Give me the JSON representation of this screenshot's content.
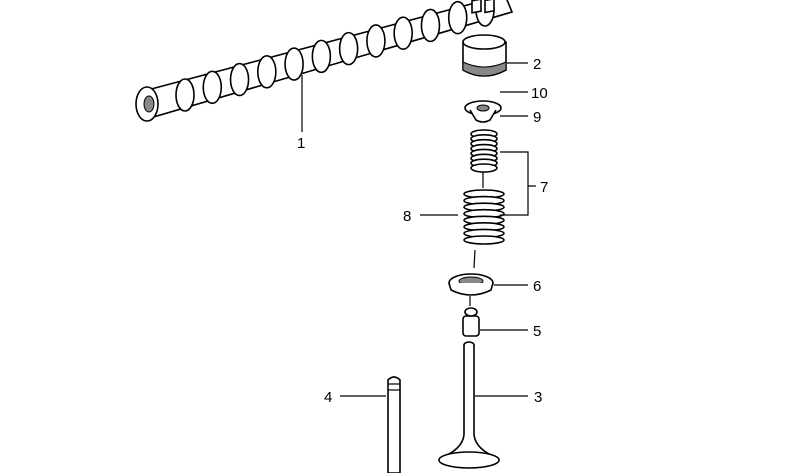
{
  "diagram": {
    "callouts": [
      {
        "id": "1",
        "part": "camshaft"
      },
      {
        "id": "2",
        "part": "bucket-tappet"
      },
      {
        "id": "10",
        "part": "valve-keeper"
      },
      {
        "id": "9",
        "part": "spring-retainer"
      },
      {
        "id": "7",
        "part": "valve-spring-set"
      },
      {
        "id": "8",
        "part": "valve-spring"
      },
      {
        "id": "6",
        "part": "spring-seat"
      },
      {
        "id": "5",
        "part": "valve-stem-seal"
      },
      {
        "id": "4",
        "part": "valve-guide"
      },
      {
        "id": "3",
        "part": "valve"
      }
    ]
  }
}
